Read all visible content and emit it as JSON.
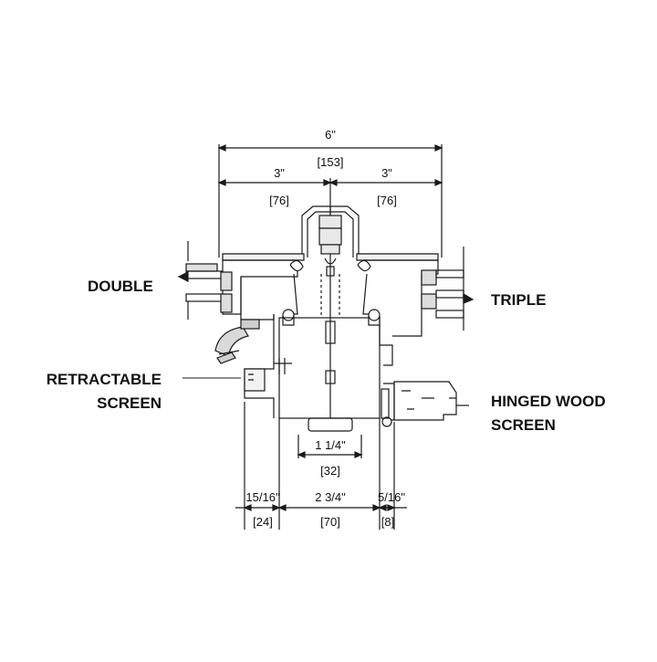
{
  "labels": {
    "double": "DOUBLE",
    "triple": "TRIPLE",
    "retractable_line1": "RETRACTABLE",
    "retractable_line2": "SCREEN",
    "hinged_line1": "HINGED WOOD",
    "hinged_line2": "SCREEN"
  },
  "dimensions": {
    "overall_imperial": "6\"",
    "overall_metric": "[153]",
    "left_half_imperial": "3\"",
    "left_half_metric": "[76]",
    "right_half_imperial": "3\"",
    "right_half_metric": "[76]",
    "mullion_imperial": "1 1/4\"",
    "mullion_metric": "[32]",
    "left_depth_imperial": "15/16\"",
    "left_depth_metric": "[24]",
    "center_depth_imperial": "2 3/4\"",
    "center_depth_metric": "[70]",
    "right_depth_imperial": "5/16\"",
    "right_depth_metric": "[8]"
  },
  "colors": {
    "line": "#1a1a1a",
    "background": "#ffffff"
  }
}
